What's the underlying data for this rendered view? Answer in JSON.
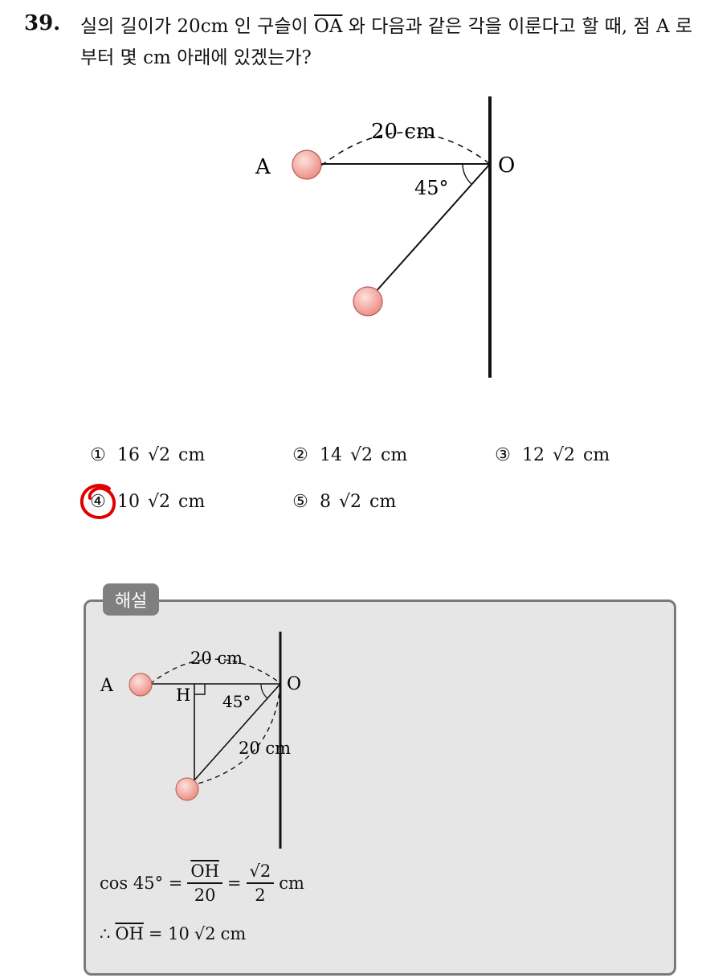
{
  "question": {
    "number": "39.",
    "text_before": "실의 길이가 20cm 인 구슬이",
    "segment": "OA",
    "text_after": "와 다음과 같은 각을 이룬다고 할 때, 점 A 로 부터 몇 cm 아래에 있겠는가?"
  },
  "figure": {
    "length_label": "20 cm",
    "point_a": "A",
    "point_o": "O",
    "angle_label": "45°"
  },
  "choices": [
    {
      "num": "①",
      "coef": "16",
      "unit": "cm"
    },
    {
      "num": "②",
      "coef": "14",
      "unit": "cm"
    },
    {
      "num": "③",
      "coef": "12",
      "unit": "cm"
    },
    {
      "num": "④",
      "coef": "10",
      "unit": "cm"
    },
    {
      "num": "⑤",
      "coef": "8",
      "unit": "cm"
    }
  ],
  "solution": {
    "tag": "해설",
    "figure": {
      "point_a": "A",
      "point_o": "O",
      "point_h": "H",
      "top_length": "20 cm",
      "side_length": "20 cm",
      "angle_label": "45°"
    },
    "eq1": {
      "lhs": "cos 45° =",
      "frac1_num": "OH",
      "frac1_den": "20",
      "eq": "=",
      "frac2_num": "√2",
      "frac2_den": "2",
      "unit": "cm"
    },
    "eq2": {
      "therefore": "∴",
      "segment": "OH",
      "eq": "= 10",
      "sqrt": "√2",
      "unit": "cm"
    }
  },
  "colors": {
    "ball": "#f2a8a0",
    "answer_mark": "#e00000",
    "box_bg": "#e6e6e6",
    "box_border": "#7a7a7a"
  }
}
